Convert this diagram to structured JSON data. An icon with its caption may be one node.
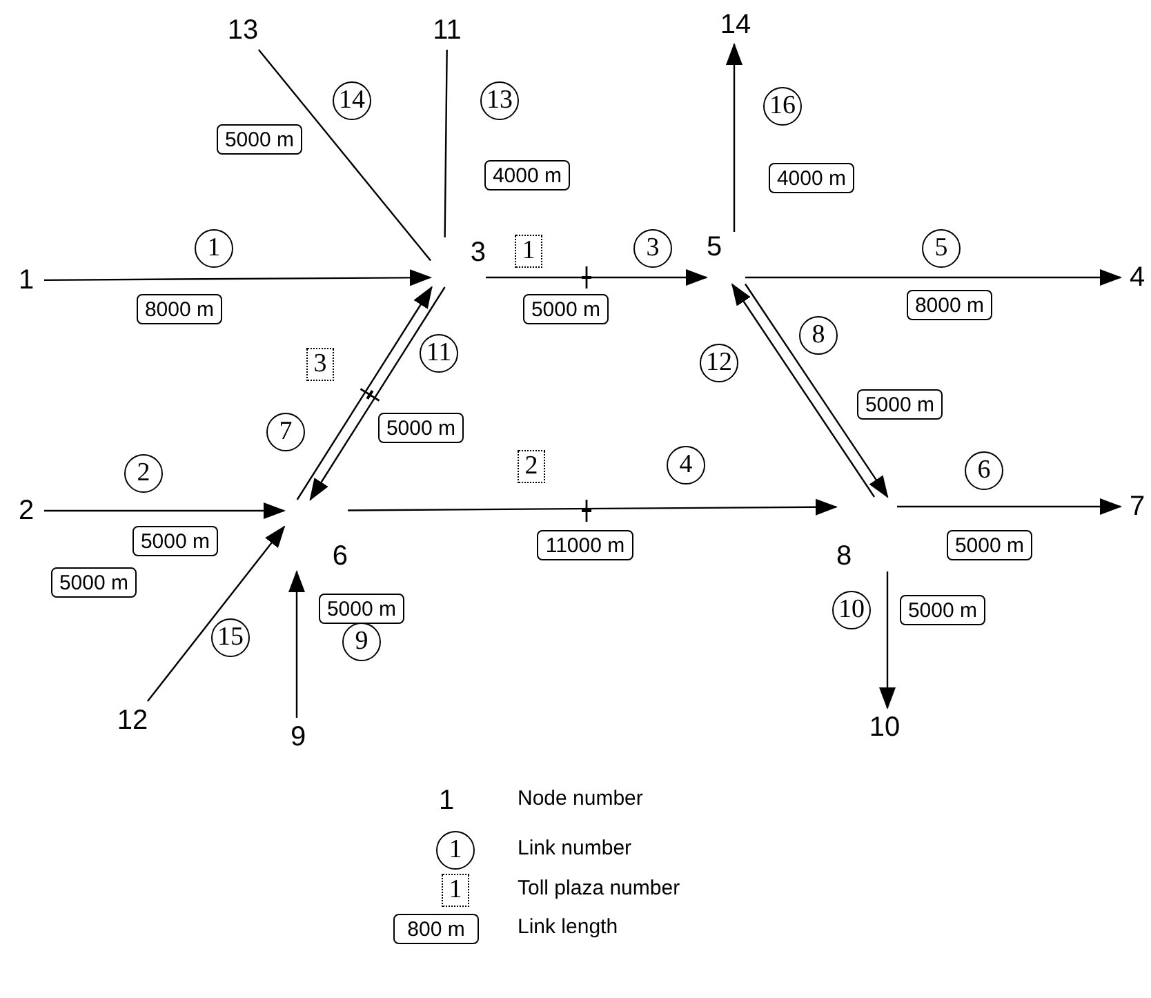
{
  "diagram": {
    "nodes": [
      {
        "text": [
          "1"
        ]
      },
      {
        "text": [
          "2"
        ]
      },
      {
        "text": [
          "3"
        ]
      },
      {
        "text": [
          "4"
        ]
      },
      {
        "text": [
          "5"
        ]
      },
      {
        "text": [
          "6"
        ]
      },
      {
        "text": [
          "7"
        ]
      },
      {
        "text": [
          "8"
        ]
      },
      {
        "text": [
          "9"
        ]
      },
      {
        "text": [
          "10"
        ]
      },
      {
        "text": [
          "11"
        ]
      },
      {
        "text": [
          "12"
        ]
      },
      {
        "text": [
          "13"
        ]
      },
      {
        "text": [
          "14"
        ]
      },
      {
        "text": [
          "1"
        ]
      },
      {
        "text": [
          "2"
        ]
      },
      {
        "text": [
          "3"
        ]
      },
      {
        "text": [
          "4"
        ]
      },
      {
        "text": [
          "5"
        ]
      },
      {
        "text": [
          "6"
        ]
      },
      {
        "text": [
          "7"
        ]
      },
      {
        "text": [
          "8"
        ]
      },
      {
        "text": [
          "9"
        ]
      },
      {
        "text": [
          "10"
        ]
      },
      {
        "text": [
          "11"
        ]
      },
      {
        "text": [
          "12"
        ]
      },
      {
        "text": [
          "13"
        ]
      },
      {
        "text": [
          "14"
        ]
      },
      {
        "text": [
          "15"
        ]
      },
      {
        "text": [
          "16"
        ]
      },
      {
        "text": [
          "8000 m"
        ]
      },
      {
        "text": [
          "5000 m"
        ]
      },
      {
        "text": [
          "5000 m"
        ]
      },
      {
        "text": [
          "11000 m"
        ]
      },
      {
        "text": [
          "8000 m"
        ]
      },
      {
        "text": [
          "5000 m"
        ]
      },
      {
        "text": [
          "5000 m"
        ]
      },
      {
        "text": [
          "5000 m"
        ]
      },
      {
        "text": [
          "5000 m"
        ]
      },
      {
        "text": [
          "5000 m"
        ]
      },
      {
        "text": [
          "4000 m"
        ]
      },
      {
        "text": [
          "5000 m"
        ]
      },
      {
        "text": [
          "5000 m"
        ]
      },
      {
        "text": [
          "4000 m"
        ]
      },
      {
        "text": [
          "1"
        ]
      },
      {
        "text": [
          "2"
        ]
      },
      {
        "text": [
          "3"
        ]
      },
      {
        "text": [
          "1"
        ]
      },
      {
        "text": [
          "1"
        ]
      },
      {
        "text": [
          "800 m"
        ]
      }
    ],
    "edges": [
      {
        "from": 0,
        "to": 2,
        "arrow": "to"
      },
      {
        "from": 1,
        "to": 5,
        "arrow": "to"
      },
      {
        "from": 2,
        "to": 4,
        "arrow": "to"
      },
      {
        "from": 5,
        "to": 7,
        "arrow": "to"
      },
      {
        "from": 4,
        "to": 3,
        "arrow": "to"
      },
      {
        "from": 7,
        "to": 6,
        "arrow": "to"
      },
      {
        "from": 5,
        "to": 2,
        "arrow": "to"
      },
      {
        "from": 4,
        "to": 7,
        "arrow": "to"
      },
      {
        "from": 8,
        "to": 5,
        "arrow": "to"
      },
      {
        "from": 7,
        "to": 9,
        "arrow": "to"
      },
      {
        "from": 2,
        "to": 5,
        "arrow": "to"
      },
      {
        "from": 7,
        "to": 4,
        "arrow": "to"
      },
      {
        "from": 10,
        "to": 2,
        "arrow": "none"
      },
      {
        "from": 12,
        "to": 2,
        "arrow": "none"
      },
      {
        "from": 11,
        "to": 5,
        "arrow": "to"
      },
      {
        "from": 4,
        "to": 13,
        "arrow": "to"
      }
    ],
    "labels": [
      "1"
    ],
    "legend": [
      {
        "text": "Node number"
      },
      {
        "text": "Link number"
      },
      {
        "text": "Toll plaza number"
      },
      {
        "text": "Link length"
      }
    ]
  }
}
